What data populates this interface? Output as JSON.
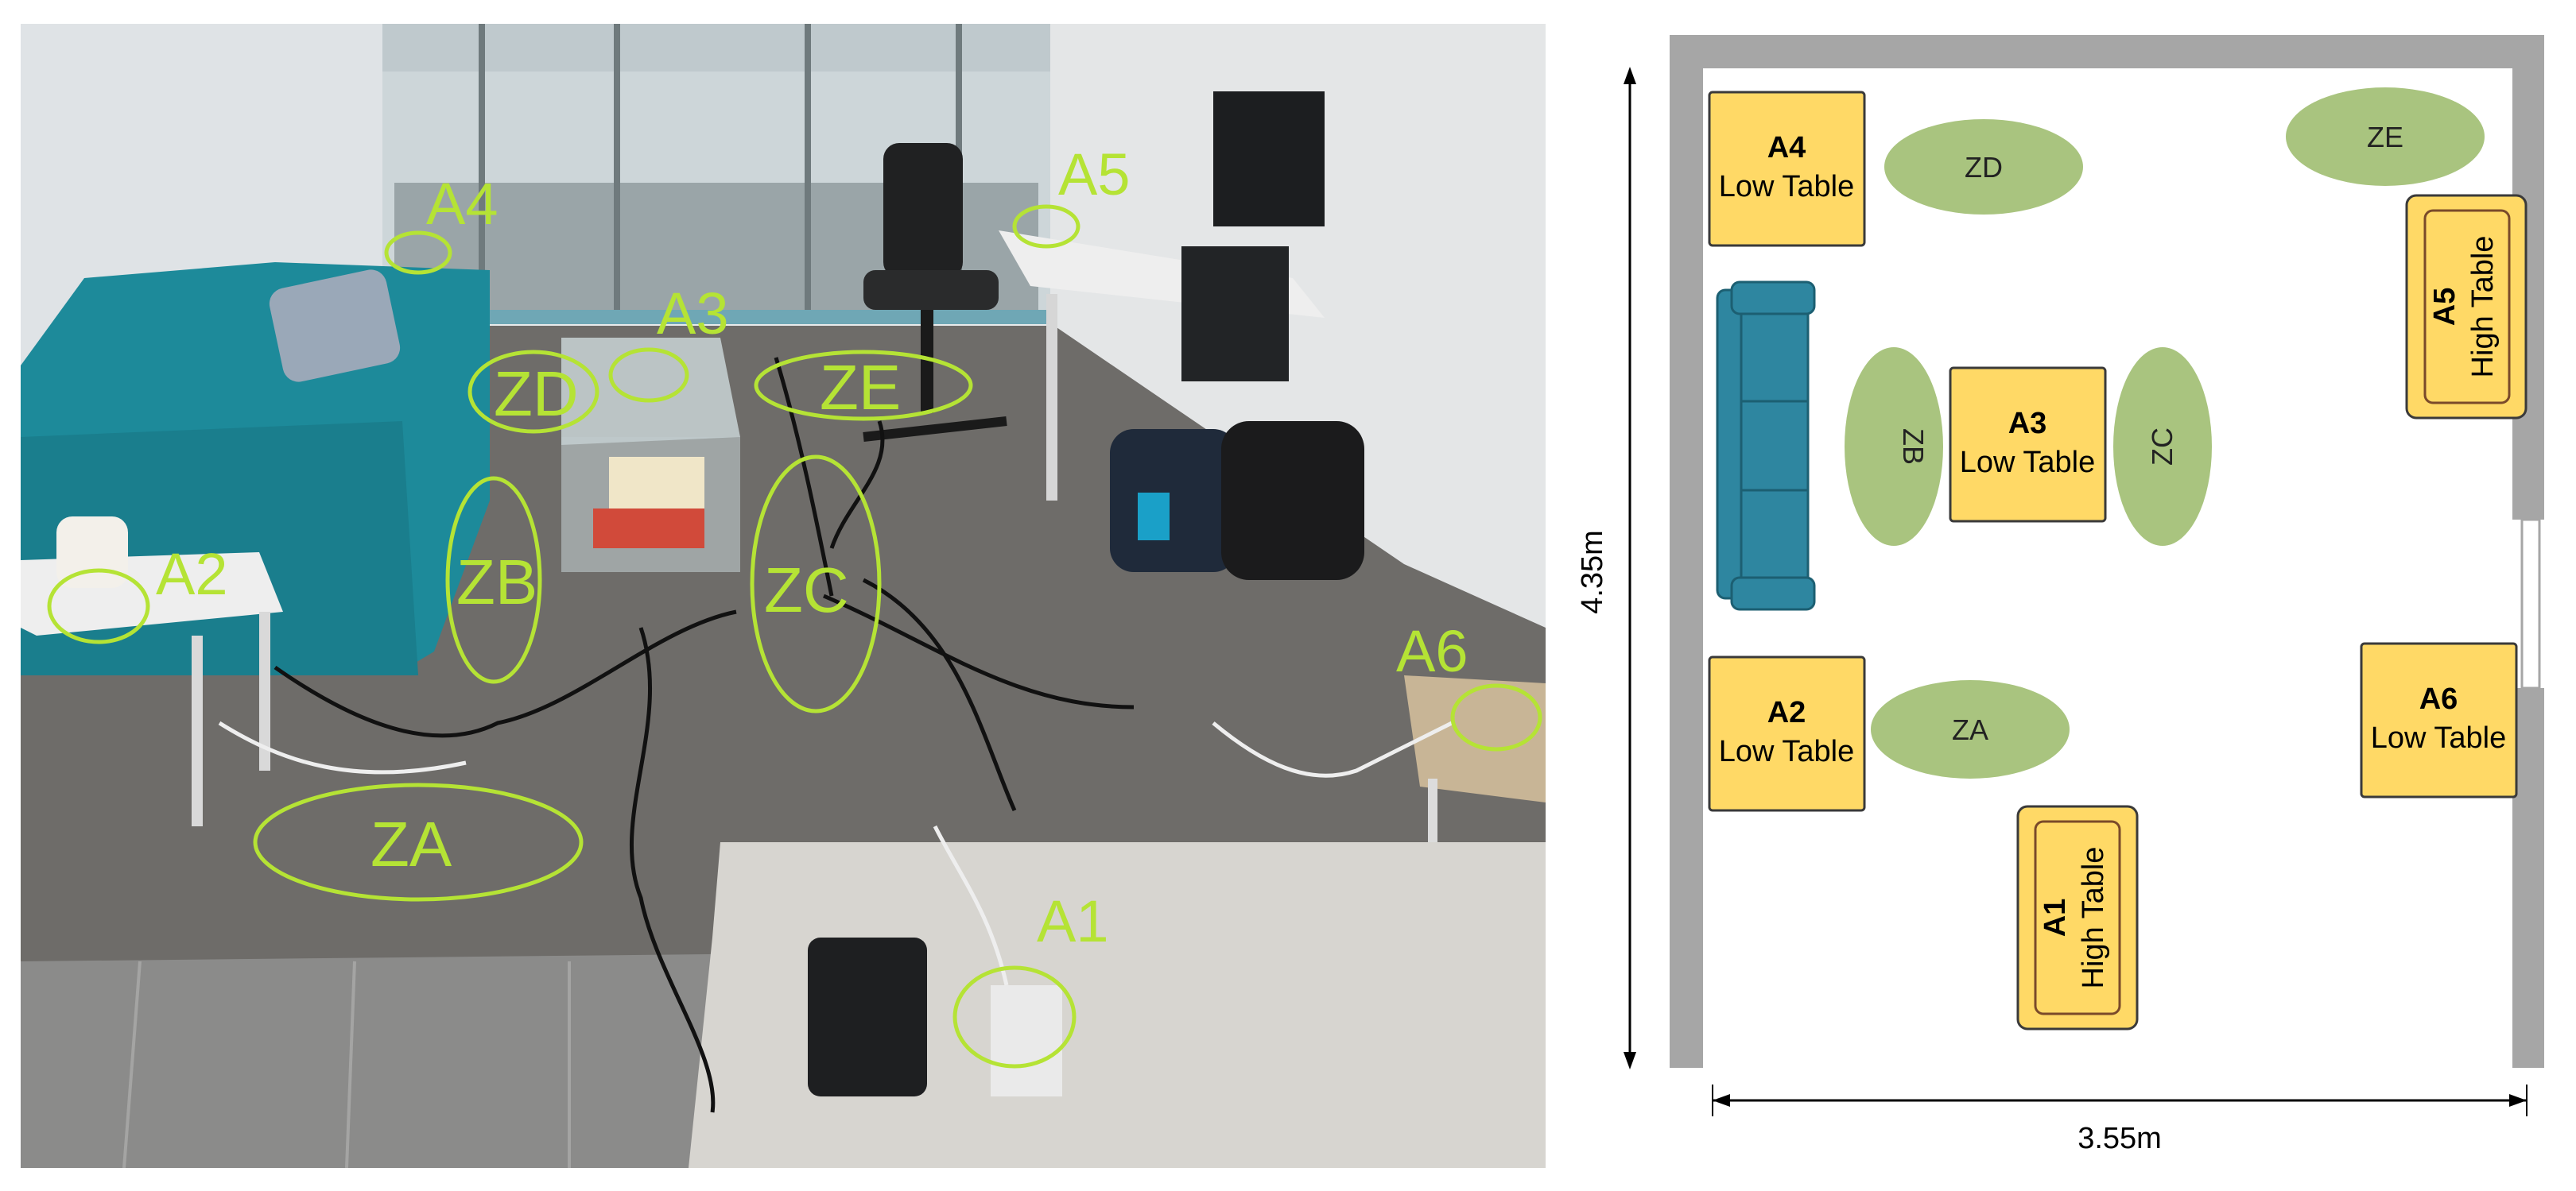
{
  "photo_labels": {
    "a1": "A1",
    "a2": "A2",
    "a3": "A3",
    "a4": "A4",
    "a5": "A5",
    "a6": "A6",
    "za": "ZA",
    "zb": "ZB",
    "zc": "ZC",
    "zd": "ZD",
    "ze": "ZE"
  },
  "plan": {
    "tables": {
      "a1": {
        "id": "A1",
        "type": "High Table"
      },
      "a2": {
        "id": "A2",
        "type": "Low Table"
      },
      "a3": {
        "id": "A3",
        "type": "Low Table"
      },
      "a4": {
        "id": "A4",
        "type": "Low Table"
      },
      "a5": {
        "id": "A5",
        "type": "High Table"
      },
      "a6": {
        "id": "A6",
        "type": "Low Table"
      }
    },
    "zones": {
      "za": "ZA",
      "zb": "ZB",
      "zc": "ZC",
      "zd": "ZD",
      "ze": "ZE"
    },
    "height_label": "4.35m",
    "width_label": "3.55m"
  },
  "colors": {
    "highlight": "#b5e335",
    "table_fill": "#ffd966",
    "zone_fill": "#a9c47f",
    "wall": "#a6a6a6",
    "sofa": "#2e86a0"
  }
}
